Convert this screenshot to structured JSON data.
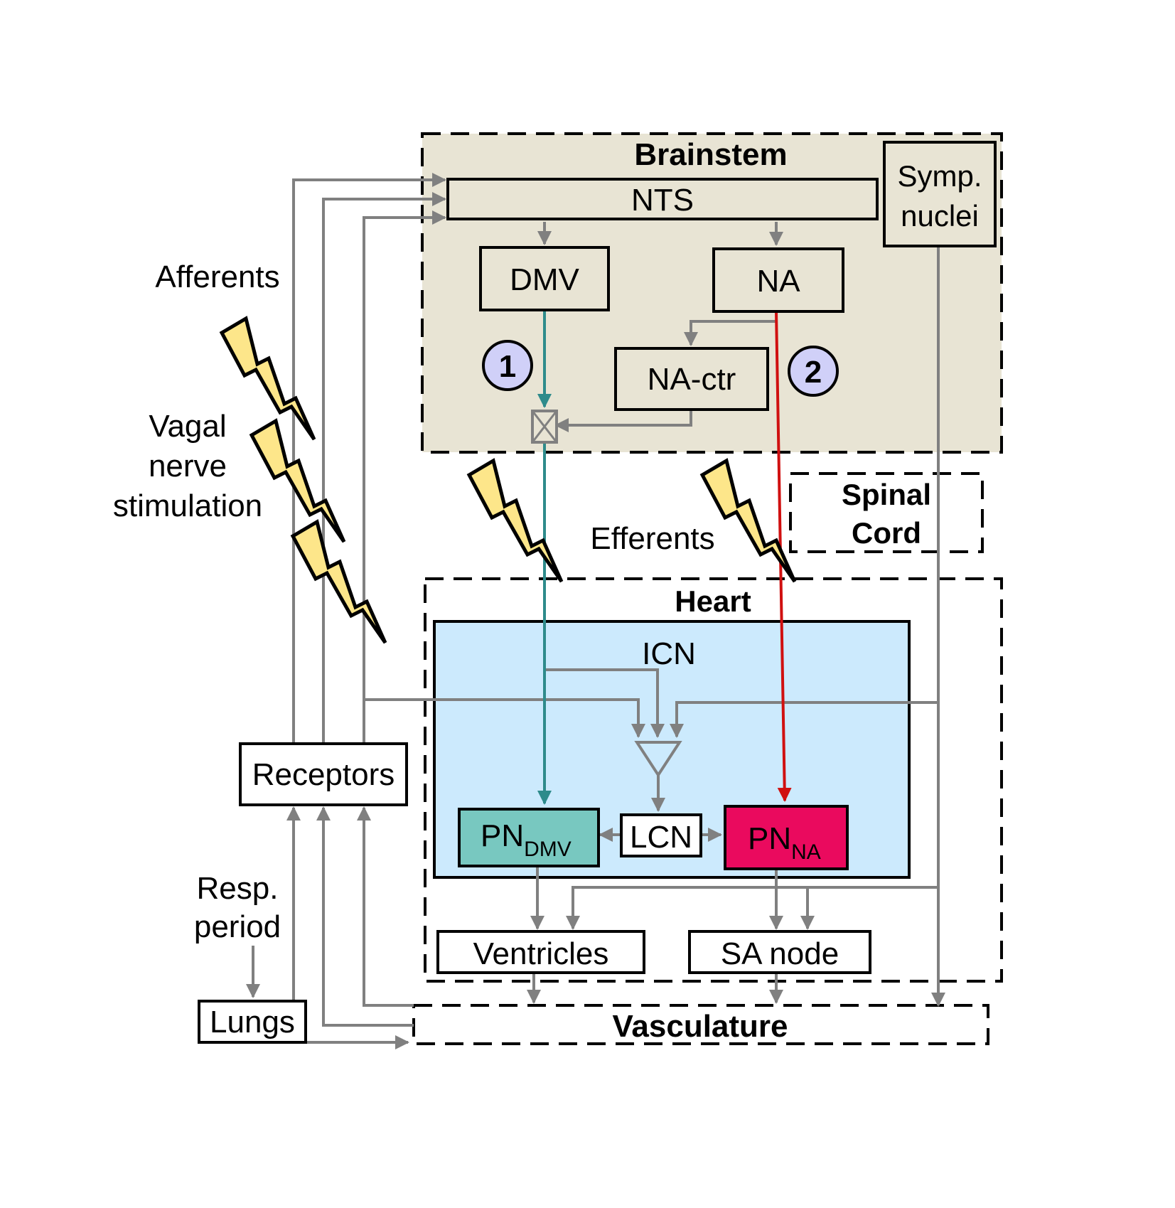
{
  "regions": {
    "brainstem": "Brainstem",
    "spinal_line1": "Spinal",
    "spinal_line2": "Cord",
    "heart": "Heart",
    "vasculature": "Vasculature"
  },
  "nodes": {
    "nts": "NTS",
    "symp_line1": "Symp.",
    "symp_line2": "nuclei",
    "dmv": "DMV",
    "na": "NA",
    "na_ctr": "NA-ctr",
    "icn": "ICN",
    "pn_dmv_main": "PN",
    "pn_dmv_sub": "DMV",
    "lcn": "LCN",
    "pn_na_main": "PN",
    "pn_na_sub": "NA",
    "ventricles": "Ventricles",
    "sa_node": "SA node",
    "receptors": "Receptors",
    "lungs": "Lungs"
  },
  "labels": {
    "afferents": "Afferents",
    "vns_line1": "Vagal",
    "vns_line2": "nerve",
    "vns_line3": "stimulation",
    "efferents": "Efferents",
    "resp_line1": "Resp.",
    "resp_line2": "period",
    "badge1": "1",
    "badge2": "2"
  },
  "colors": {
    "brainstem_fill": "#e8e4d4",
    "icn_fill": "#cceafd",
    "pn_dmv_fill": "#78c8c0",
    "pn_na_fill": "#ea0a5e",
    "dmv_pathway": "#2e8b8b",
    "na_pathway": "#d01010",
    "arrows": "#808080",
    "badge_fill": "#d0d0f8",
    "bolt_fill": "#fde68a"
  }
}
